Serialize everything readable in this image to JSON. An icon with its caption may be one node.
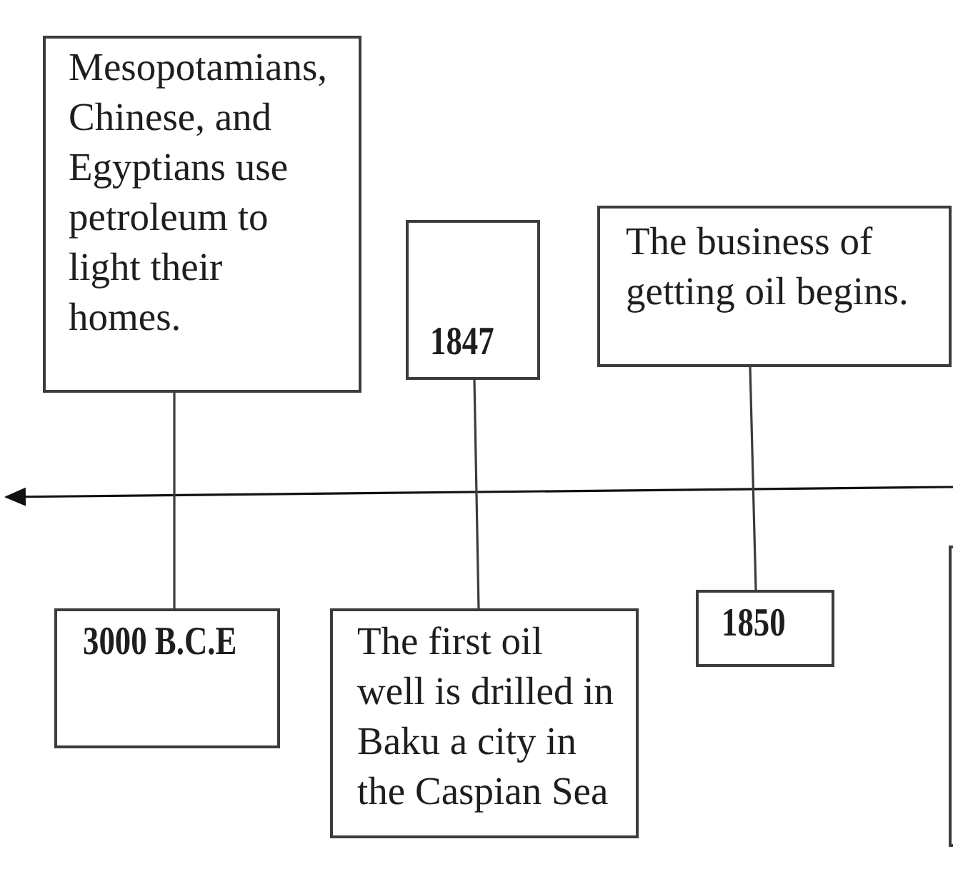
{
  "diagram": {
    "nodes": [
      {
        "text": [
          "Mesopotamians, Chinese, and Egyptians use petroleum to light their homes."
        ]
      },
      {
        "text": [
          "1847"
        ]
      },
      {
        "text": [
          "The business of getting oil begins."
        ]
      },
      {
        "text": [
          "3000 B.C.E"
        ]
      },
      {
        "text": [
          "The first oil well is drilled in Baku a city in the Caspian Sea"
        ]
      },
      {
        "text": [
          "1850"
        ]
      },
      {
        "text": [],
        "shape": "box"
      }
    ],
    "edges": [
      {
        "from": 0,
        "to": 3,
        "arrow": "none"
      },
      {
        "from": 1,
        "to": 4,
        "arrow": "none"
      },
      {
        "from": 2,
        "to": 5,
        "arrow": "none"
      }
    ]
  }
}
